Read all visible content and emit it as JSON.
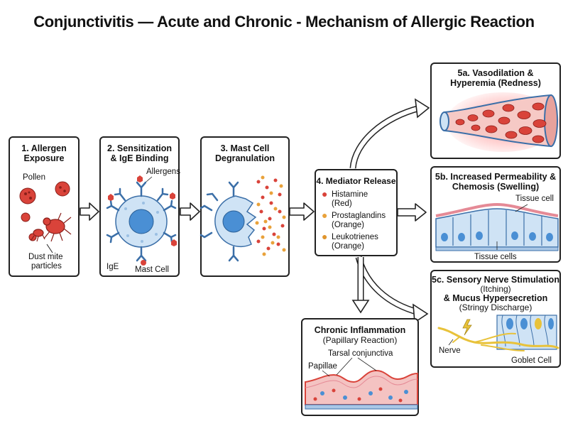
{
  "title": "Conjunctivitis — Acute and Chronic - Mechanism of Allergic Reaction",
  "panels": {
    "p1": {
      "title_l1": "1. Allergen",
      "title_l2": "Exposure",
      "pollen": "Pollen",
      "dust_l1": "Dust mite",
      "dust_l2": "particles"
    },
    "p2": {
      "title_l1": "2. Sensitization",
      "title_l2": "& IgE Binding",
      "allergens": "Allergens",
      "ige": "IgE",
      "mast": "Mast Cell"
    },
    "p3": {
      "title_l1": "3. Mast Cell",
      "title_l2": "Degranulation"
    },
    "p4": {
      "title": "4. Mediator Release",
      "mediators": [
        {
          "l1": "Histamine",
          "l2": "(Red)",
          "color": "#d9433a"
        },
        {
          "l1": "Prostaglandins",
          "l2": "(Orange)",
          "color": "#e9a23b"
        },
        {
          "l1": "Leukotrienes",
          "l2": "(Orange)",
          "color": "#e0952e"
        }
      ]
    },
    "p5a": {
      "title_l1": "5a. Vasodilation &",
      "title_l2": "Hyperemia (Redness)"
    },
    "p5b": {
      "title_l1": "5b. Increased Permeability &",
      "title_l2": "Chemosis (Swelling)",
      "tissue_cell": "Tissue cell",
      "tissue_cells": "Tissue cells"
    },
    "p5c": {
      "title_l1": "5c. Sensory Nerve Stimulation",
      "sub1": "(Itching)",
      "title_l2": "& Mucus Hypersecretion",
      "sub2": "(Stringy Discharge)",
      "nerve": "Nerve",
      "goblet": "Goblet Cell"
    },
    "chronic": {
      "title": "Chronic Inflammation",
      "sub": "(Papillary Reaction)",
      "tarsal": "Tarsal conjunctiva",
      "papillae": "Papillae"
    }
  },
  "colors": {
    "red": "#d9433a",
    "blue_cell": "#cfe3f5",
    "nucleus": "#4a8fd4",
    "antibody": "#3b6fa8",
    "orange": "#e9a23b",
    "nerve_yellow": "#e8c23a"
  }
}
